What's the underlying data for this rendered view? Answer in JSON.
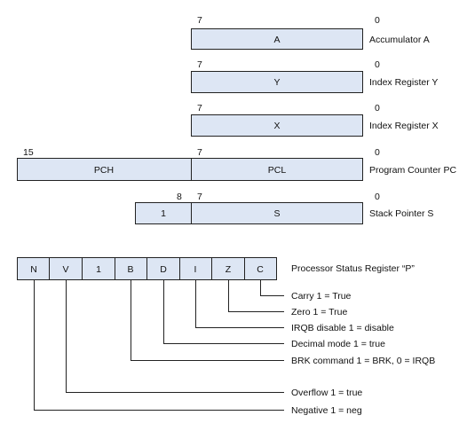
{
  "registers": [
    {
      "key": "a",
      "hi_bit": "7",
      "lo_bit": "0",
      "cells": [
        "A"
      ],
      "label": "Accumulator A"
    },
    {
      "key": "y",
      "hi_bit": "7",
      "lo_bit": "0",
      "cells": [
        "Y"
      ],
      "label": "Index Register Y"
    },
    {
      "key": "x",
      "hi_bit": "7",
      "lo_bit": "0",
      "cells": [
        "X"
      ],
      "label": "Index Register X"
    },
    {
      "key": "pc",
      "hi_bit": "15",
      "mid_bit": "7",
      "lo_bit": "0",
      "cells": [
        "PCH",
        "PCL"
      ],
      "label": "Program Counter PC"
    },
    {
      "key": "s",
      "hi_bit": "8",
      "mid_bit": "7",
      "lo_bit": "0",
      "cells": [
        "1",
        "S"
      ],
      "label": "Stack Pointer S"
    }
  ],
  "status_register": {
    "title": "Processor Status Register “P”",
    "bits": [
      "N",
      "V",
      "1",
      "B",
      "D",
      "I",
      "Z",
      "C"
    ],
    "descriptions": {
      "C": "Carry 1 = True",
      "Z": "Zero 1 = True",
      "I": "IRQB disable 1 = disable",
      "D": "Decimal mode 1 = true",
      "B": "BRK command 1 = BRK, 0 = IRQB",
      "V": "Overflow 1 = true",
      "N": "Negative 1 = neg"
    }
  },
  "colors": {
    "box_fill": "#dde6f4",
    "stroke": "#222222"
  }
}
